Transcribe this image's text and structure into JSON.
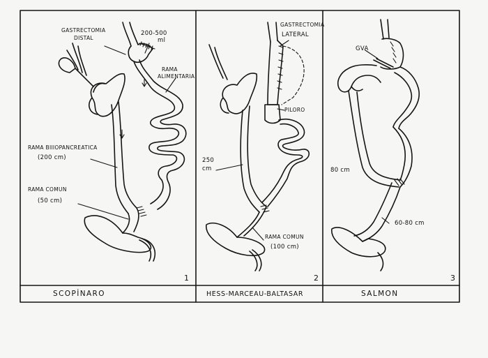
{
  "panels": [
    {
      "number": "1",
      "caption": "SCOPİNARO",
      "labels": {
        "gastrectomy": [
          "GASTRECTOMIA",
          "DISTAL"
        ],
        "volume": [
          "200-500",
          "ml"
        ],
        "alimentary": [
          "RAMA",
          "ALIMENTARIA"
        ],
        "biliopancreatic": [
          "RAMA BIlIOPANCREATICA",
          "(200 cm)"
        ],
        "common": [
          "RAMA COMUN",
          "(50 cm)"
        ]
      }
    },
    {
      "number": "2",
      "caption": "HESS-MARCEAU-BALTASAR",
      "labels": {
        "gastrectomy": [
          "GASTRECTOMIA",
          "LATERAL"
        ],
        "pylorus": "PILORO",
        "length": [
          "250",
          "cm"
        ],
        "common": [
          "RAMA COMUN",
          "(100 cm)"
        ]
      }
    },
    {
      "number": "3",
      "caption": "SALMON",
      "labels": {
        "gva": "GVA",
        "limb1": "80 cm",
        "limb2": "60-80 cm"
      }
    }
  ]
}
